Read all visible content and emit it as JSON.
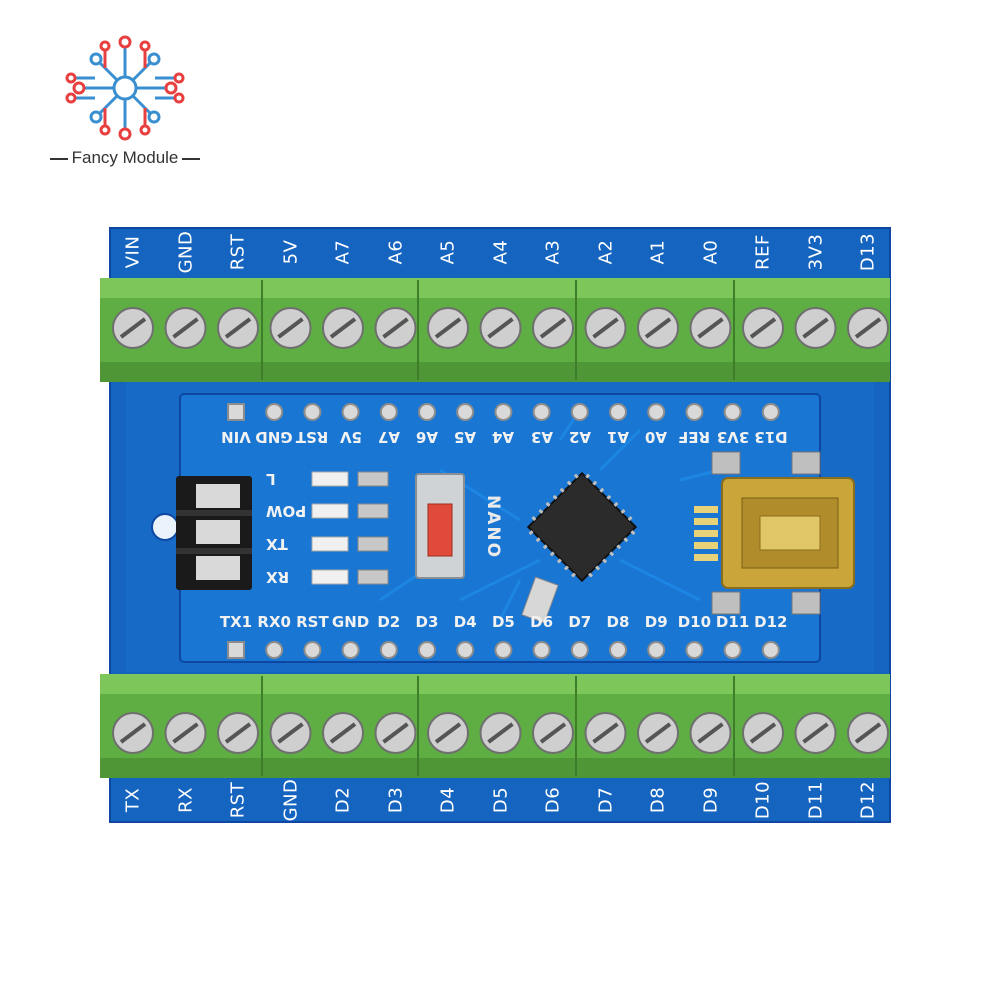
{
  "brand": {
    "name": "Fancy Module"
  },
  "shield": {
    "top_terminal_labels": [
      "VIN",
      "GND",
      "RST",
      "5V",
      "A7",
      "A6",
      "A5",
      "A4",
      "A3",
      "A2",
      "A1",
      "A0",
      "REF",
      "3V3",
      "D13"
    ],
    "bottom_terminal_labels": [
      "TX",
      "RX",
      "RST",
      "GND",
      "D2",
      "D3",
      "D4",
      "D5",
      "D6",
      "D7",
      "D8",
      "D9",
      "D10",
      "D11",
      "D12"
    ]
  },
  "nano": {
    "name": "NANO",
    "top_pin_labels": [
      "VIN",
      "GND",
      "RST",
      "5V",
      "A7",
      "A6",
      "A5",
      "A4",
      "A3",
      "A2",
      "A1",
      "A0",
      "REF",
      "3V3",
      "D13"
    ],
    "bottom_pin_labels": [
      "TX1",
      "RX0",
      "RST",
      "GND",
      "D2",
      "D3",
      "D4",
      "D5",
      "D6",
      "D7",
      "D8",
      "D9",
      "D10",
      "D11",
      "D12"
    ],
    "led_labels": [
      "L",
      "POW",
      "TX",
      "RX"
    ]
  },
  "colors": {
    "pcb_blue": "#1565c0",
    "nano_blue": "#1976d2",
    "terminal_green": "#6abf4b",
    "header_black": "#1a1a1a"
  }
}
